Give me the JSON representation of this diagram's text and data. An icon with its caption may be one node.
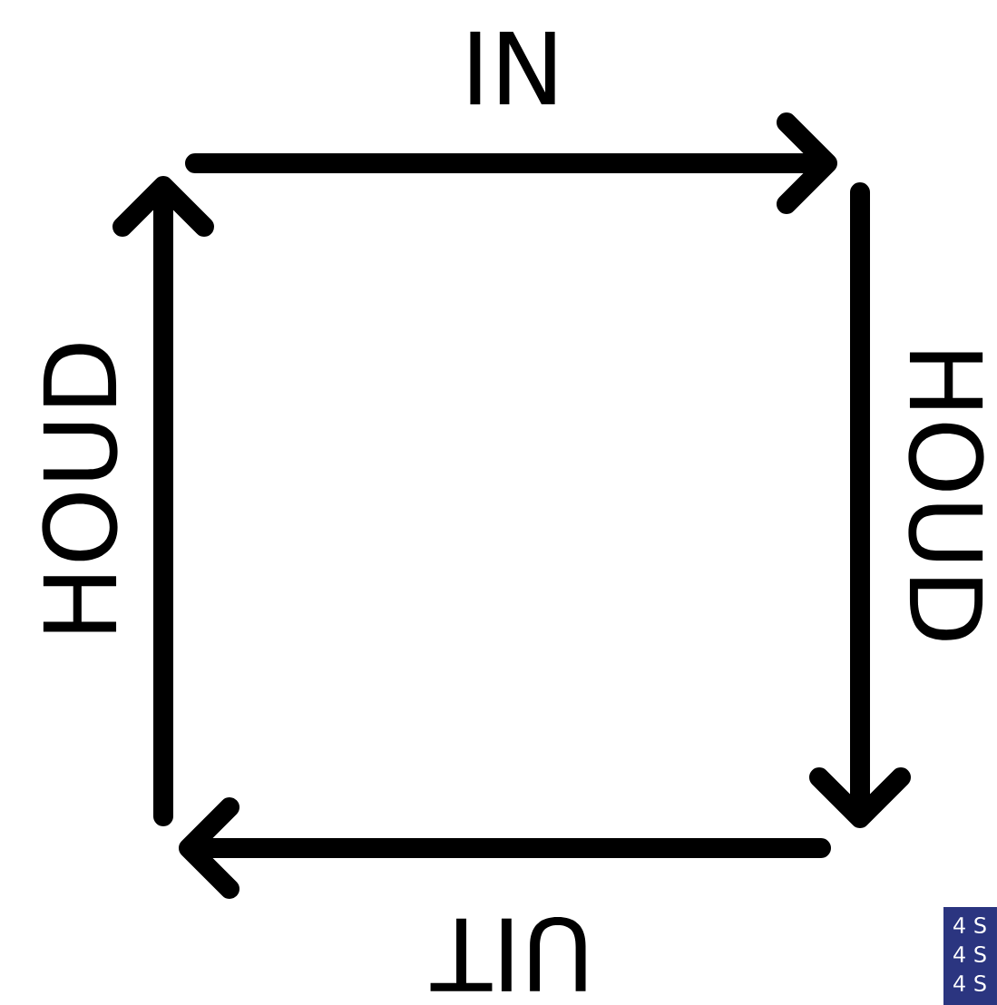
{
  "diagram": {
    "labels": [
      "IN",
      "HOUD",
      "HOUD",
      "UIT",
      "4 S",
      "4 S",
      "4 S"
    ]
  }
}
